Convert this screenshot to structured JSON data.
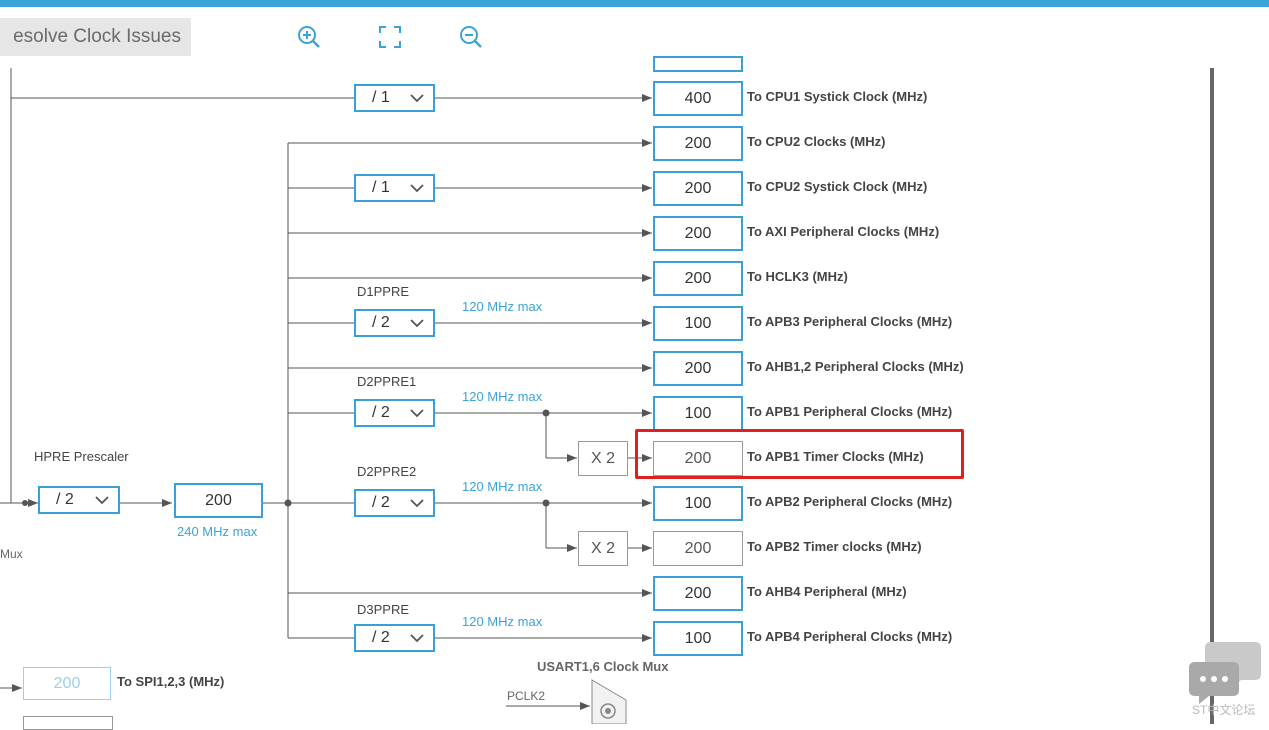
{
  "header": {
    "resolve_label": "esolve Clock Issues",
    "zoom_in_icon": "zoom-in-icon",
    "fit_icon": "fit-screen-icon",
    "zoom_out_icon": "zoom-out-icon"
  },
  "colors": {
    "accent": "#3aa3d8",
    "highlight": "#e02020",
    "box_border": "#3a9fd6"
  },
  "prescaler": {
    "hpre_label": "HPRE Prescaler",
    "hpre_value": "/ 2",
    "ahb_value": "200",
    "ahb_max": "240 MHz max",
    "mux_fragment": "Mux"
  },
  "dividers": {
    "cpu1_systick": "/ 1",
    "cpu2_systick": "/ 1",
    "d1ppre_label": "D1PPRE",
    "d1ppre_value": "/ 2",
    "d1ppre_max": "120 MHz max",
    "d2ppre1_label": "D2PPRE1",
    "d2ppre1_value": "/ 2",
    "d2ppre1_max": "120 MHz max",
    "d2ppre2_label": "D2PPRE2",
    "d2ppre2_value": "/ 2",
    "d2ppre2_max": "120 MHz max",
    "d3ppre_label": "D3PPRE",
    "d3ppre_value": "/ 2",
    "d3ppre_max": "120 MHz max",
    "x2_apb1": "X 2",
    "x2_apb2": "X 2"
  },
  "outputs": [
    {
      "value": "400",
      "label": "To CPU1 Systick Clock (MHz)"
    },
    {
      "value": "200",
      "label": "To CPU2 Clocks (MHz)"
    },
    {
      "value": "200",
      "label": "To CPU2 Systick Clock (MHz)"
    },
    {
      "value": "200",
      "label": "To AXI Peripheral Clocks (MHz)"
    },
    {
      "value": "200",
      "label": "To HCLK3 (MHz)"
    },
    {
      "value": "100",
      "label": "To APB3 Peripheral Clocks (MHz)"
    },
    {
      "value": "200",
      "label": "To AHB1,2 Peripheral Clocks (MHz)"
    },
    {
      "value": "100",
      "label": "To APB1 Peripheral Clocks (MHz)"
    },
    {
      "value": "200",
      "label": "To APB1 Timer Clocks (MHz)"
    },
    {
      "value": "100",
      "label": "To APB2 Peripheral Clocks (MHz)"
    },
    {
      "value": "200",
      "label": "To APB2 Timer clocks (MHz)"
    },
    {
      "value": "200",
      "label": "To AHB4 Peripheral (MHz)"
    },
    {
      "value": "100",
      "label": "To APB4 Peripheral Clocks (MHz)"
    }
  ],
  "bottom": {
    "spi_value": "200",
    "spi_label": "To SPI1,2,3 (MHz)",
    "usart_label": "USART1,6 Clock Mux",
    "pclk2_label": "PCLK2"
  },
  "watermark": {
    "text": "ST中文论坛",
    "icon": "chat-bubbles-icon"
  }
}
